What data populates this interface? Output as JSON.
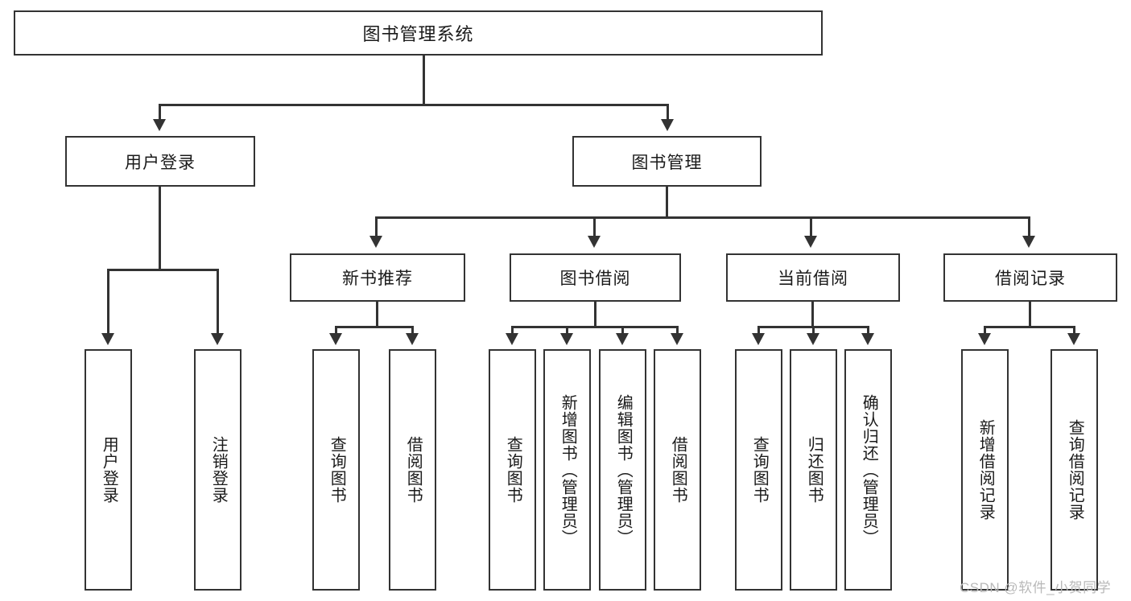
{
  "diagram": {
    "type": "tree-hierarchy-chart",
    "title": "图书管理系统",
    "watermark": "CSDN @软件_小贺同学",
    "colors": {
      "stroke": "#333333",
      "fill": "#ffffff",
      "text": "#1a1a1a",
      "watermark": "#b9b9b9"
    },
    "levels": {
      "root": {
        "label": "图书管理系统"
      },
      "level1": [
        {
          "label": "用户登录"
        },
        {
          "label": "图书管理"
        }
      ],
      "level2": [
        {
          "label": "新书推荐"
        },
        {
          "label": "图书借阅"
        },
        {
          "label": "当前借阅"
        },
        {
          "label": "借阅记录"
        }
      ],
      "leaves": {
        "user_login": [
          {
            "label": "用户登录"
          },
          {
            "label": "注销登录"
          }
        ],
        "new_book_recommend": [
          {
            "label": "查询图书"
          },
          {
            "label": "借阅图书"
          }
        ],
        "book_borrow": [
          {
            "label": "查询图书"
          },
          {
            "label": "新增图书（管理员）"
          },
          {
            "label": "编辑图书（管理员）"
          },
          {
            "label": "借阅图书"
          }
        ],
        "current_borrow": [
          {
            "label": "查询图书"
          },
          {
            "label": "归还图书"
          },
          {
            "label": "确认归还（管理员）"
          }
        ],
        "borrow_record": [
          {
            "label": "新增借阅记录"
          },
          {
            "label": "查询借阅记录"
          }
        ]
      }
    }
  }
}
